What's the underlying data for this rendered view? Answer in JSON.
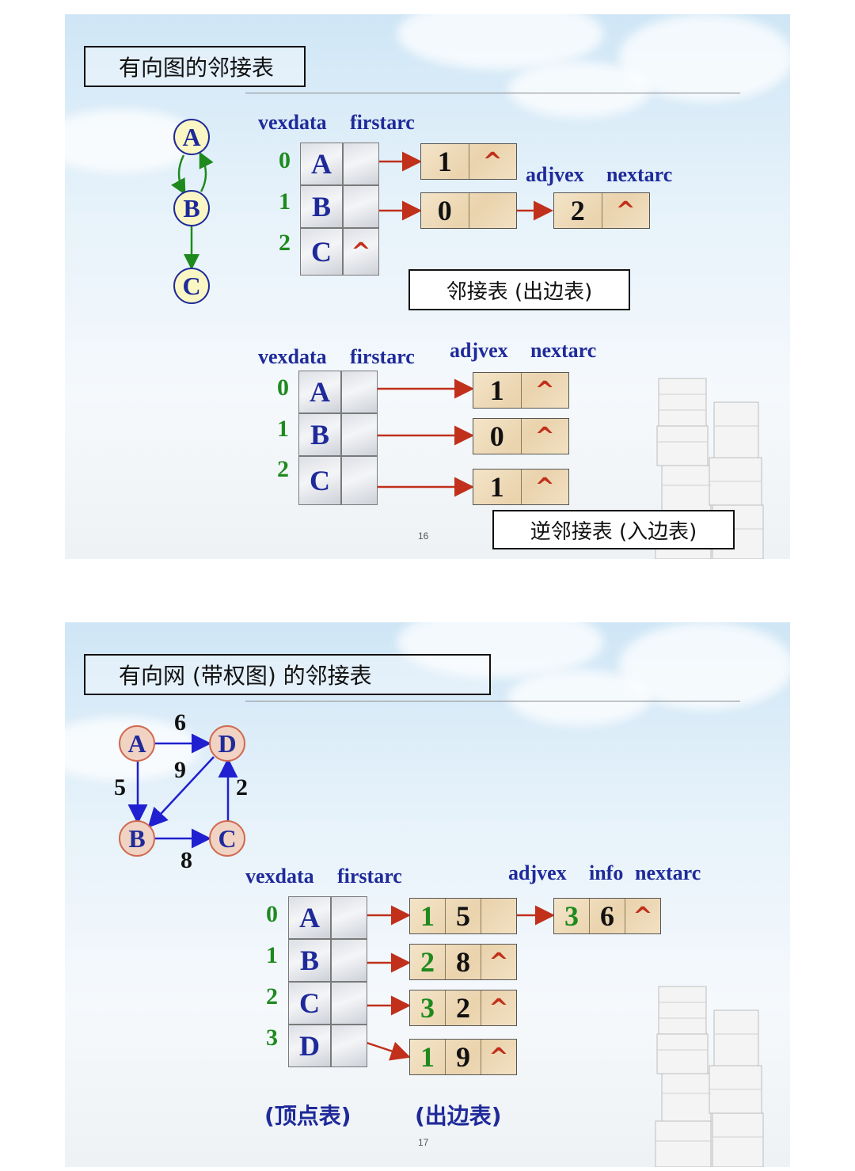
{
  "slide1": {
    "title": "有向图的邻接表",
    "graph_nodes": [
      "A",
      "B",
      "C"
    ],
    "top_headers": {
      "vexdata": "vexdata",
      "firstarc": "firstarc",
      "adjvex": "adjvex",
      "nextarc": "nextarc"
    },
    "indices": [
      "0",
      "1",
      "2"
    ],
    "vertices": [
      "A",
      "B",
      "C"
    ],
    "null_symbol": "^",
    "out_list": [
      [
        "1"
      ],
      [
        "0",
        "2"
      ],
      []
    ],
    "out_label": "邻接表 (出边表)",
    "bottom_headers": {
      "vexdata": "vexdata",
      "firstarc": "firstarc",
      "adjvex": "adjvex",
      "nextarc": "nextarc"
    },
    "in_list": [
      "1",
      "0",
      "1"
    ],
    "in_label": "逆邻接表 (入边表)",
    "page": "16"
  },
  "slide2": {
    "title": "有向网 (带权图) 的邻接表",
    "graph_nodes": [
      "A",
      "D",
      "B",
      "C"
    ],
    "weights": {
      "ad": "6",
      "db": "9",
      "ab": "5",
      "cd": "2",
      "bc": "8"
    },
    "headers": {
      "vexdata": "vexdata",
      "firstarc": "firstarc",
      "adjvex": "adjvex",
      "info": "info",
      "nextarc": "nextarc"
    },
    "indices": [
      "0",
      "1",
      "2",
      "3"
    ],
    "vertices": [
      "A",
      "B",
      "C",
      "D"
    ],
    "arcs": [
      {
        "adj": "1",
        "info": "5"
      },
      {
        "adj": "2",
        "info": "8"
      },
      {
        "adj": "3",
        "info": "2"
      },
      {
        "adj": "1",
        "info": "9"
      }
    ],
    "extra_arc": {
      "adj": "3",
      "info": "6"
    },
    "null_symbol": "^",
    "caption_vertex": "(顶点表)",
    "caption_edge": "(出边表)",
    "page": "17"
  }
}
